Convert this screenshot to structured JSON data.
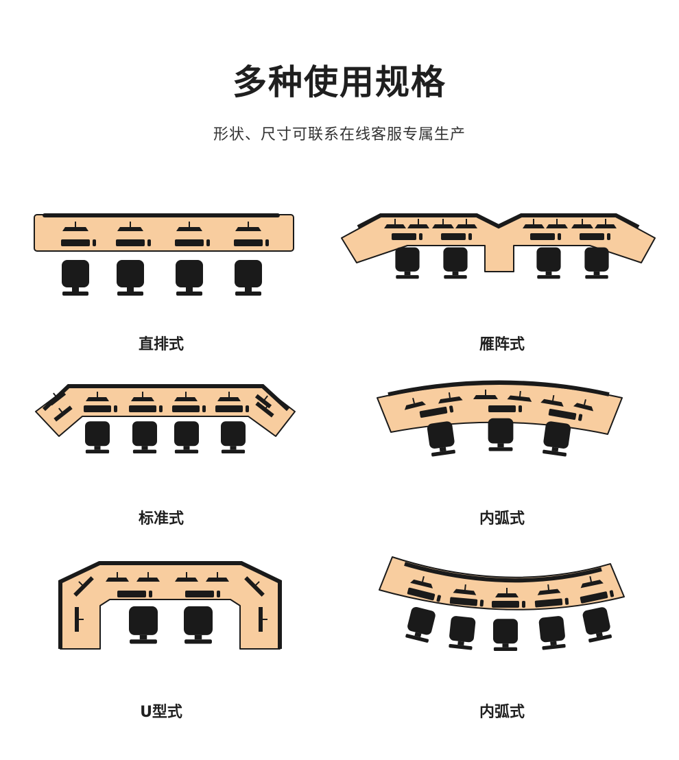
{
  "page": {
    "title": "多种使用规格",
    "subtitle": "形状、尺寸可联系在线客服专属生产"
  },
  "colors": {
    "desk": "#f8cd9f",
    "ink": "#1a1a1a"
  },
  "layouts": [
    {
      "id": "straight",
      "label": "直排式"
    },
    {
      "id": "wild-goose",
      "label": "雁阵式"
    },
    {
      "id": "standard",
      "label": "标准式"
    },
    {
      "id": "inner-arc-a",
      "label": "内弧式"
    },
    {
      "id": "u-shape",
      "label": "U型式"
    },
    {
      "id": "inner-arc-b",
      "label": "内弧式"
    }
  ]
}
